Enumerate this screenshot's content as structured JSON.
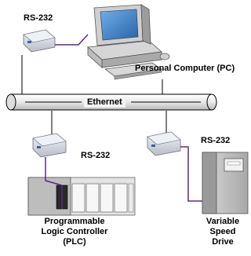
{
  "labels": {
    "rs232_pc": "RS-232",
    "pc": "Personal Computer (PC)",
    "ethernet": "Ethernet",
    "rs232_plc": "RS-232",
    "rs232_vsd": "RS-232",
    "plc_line1": "Programmable",
    "plc_line2": "Logic Controller",
    "plc_line3": "(PLC)",
    "vsd_line1": "Variable",
    "vsd_line2": "Speed",
    "vsd_line3": "Drive"
  },
  "colors": {
    "serial_cable": "#5b2a86",
    "network_cable": "#000000",
    "device_body": "#c9c9c9",
    "screen": "#3c7fc8"
  }
}
